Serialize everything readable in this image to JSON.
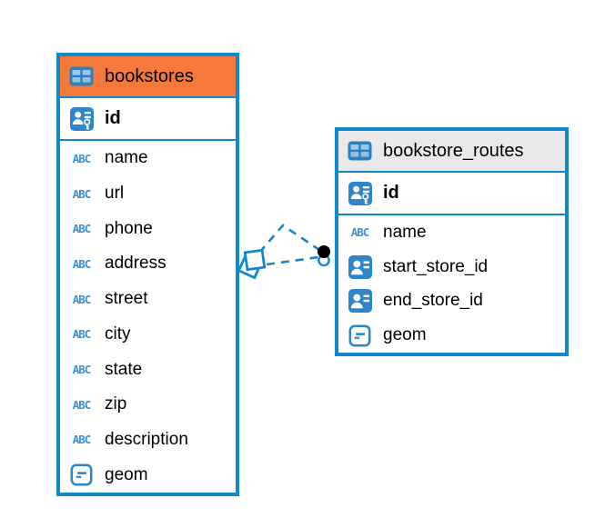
{
  "canvas": {
    "background": "#ffffff"
  },
  "colors": {
    "table_border": "#1088ce",
    "selected_table_header_bg": "#f5793b",
    "table_header_bg": "#e9e9e9",
    "icon_blue": "#2e86c8",
    "text_type_icon_color": "#4191d2",
    "relationship_line": "#1088ce",
    "relationship_endpoint_dot": "#000000",
    "text": "#000000"
  },
  "icons": {
    "table_glyph": "table-grid-icon",
    "primary_key_glyph": "user-key-icon",
    "reference_glyph": "user-card-icon",
    "text_glyph": "ABC",
    "geometry_glyph": "object-dash-icon"
  },
  "tables": [
    {
      "name": "bookstores",
      "highlighted": true,
      "primary_key": {
        "name": "id"
      },
      "columns": [
        {
          "name": "name",
          "type": "text"
        },
        {
          "name": "url",
          "type": "text"
        },
        {
          "name": "phone",
          "type": "text"
        },
        {
          "name": "address",
          "type": "text"
        },
        {
          "name": "street",
          "type": "text"
        },
        {
          "name": "city",
          "type": "text"
        },
        {
          "name": "state",
          "type": "text"
        },
        {
          "name": "zip",
          "type": "text"
        },
        {
          "name": "description",
          "type": "text"
        },
        {
          "name": "geom",
          "type": "geometry"
        }
      ]
    },
    {
      "name": "bookstore_routes",
      "highlighted": false,
      "primary_key": {
        "name": "id"
      },
      "columns": [
        {
          "name": "name",
          "type": "text"
        },
        {
          "name": "start_store_id",
          "type": "reference"
        },
        {
          "name": "end_store_id",
          "type": "reference"
        },
        {
          "name": "geom",
          "type": "geometry"
        }
      ]
    }
  ],
  "relationships": [
    {
      "endpoints": [
        "bookstores",
        "bookstore_routes"
      ],
      "line_style": "dashed"
    },
    {
      "endpoints": [
        "bookstores",
        "bookstore_routes"
      ],
      "line_style": "dashed"
    }
  ]
}
